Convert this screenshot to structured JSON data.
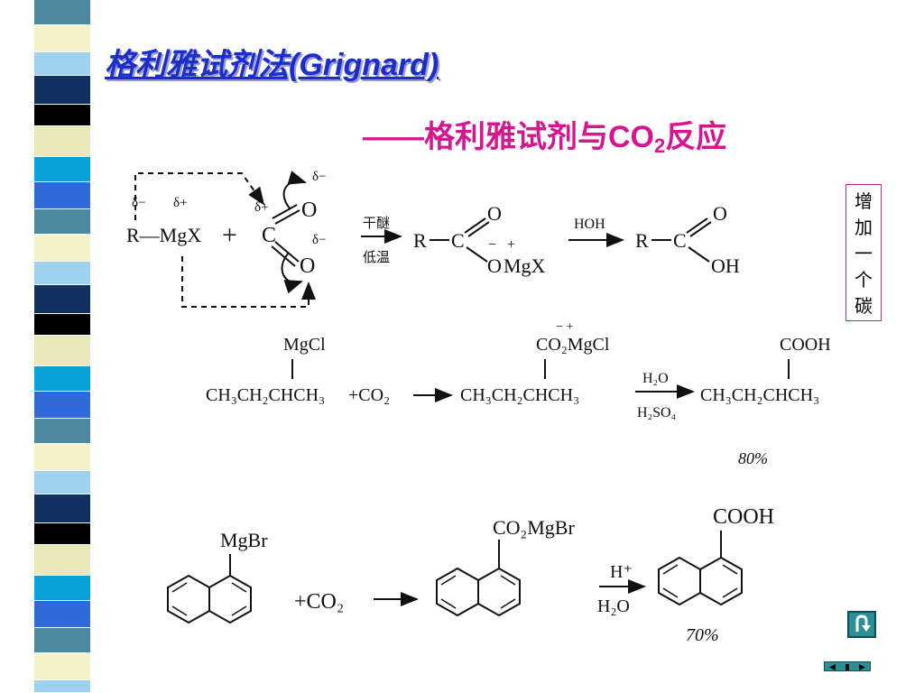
{
  "slide": {
    "title": "格利雅试剂法(Grignard)",
    "subtitle_prefix": "——格利雅试剂与CO",
    "subtitle_sub": "2",
    "subtitle_suffix": "反应",
    "note_chars": [
      "增",
      "加",
      "一",
      "个",
      "碳"
    ]
  },
  "reaction1": {
    "delta_minus_1": "δ−",
    "delta_plus_1": "δ+",
    "reagent": "R—MgX",
    "plus": "+",
    "delta_plus_2": "δ+",
    "delta_minus_2": "δ−",
    "delta_minus_3": "δ−",
    "carbon": "C",
    "oxygen_top": "O",
    "oxygen_bottom": "O",
    "cond_top": "干醚",
    "cond_bottom": "低温",
    "int_r": "R",
    "int_c": "C",
    "int_o_top": "O",
    "int_o_bottom": "O",
    "int_mgx": "MgX",
    "int_minus": "−",
    "int_plus": "+",
    "hoh": "HOH",
    "prod_r": "R",
    "prod_c": "C",
    "prod_o": "O",
    "prod_oh": "OH"
  },
  "reaction2": {
    "mgcl": "MgCl",
    "start": "CH₃CH₂CHCH₃",
    "plus_co2": "+CO₂",
    "int_top": "CO₂MgCl",
    "int_charges": "−  +",
    "int_chain": "CH₃CH₂CHCH₃",
    "cond_top": "H₂O",
    "cond_bottom": "H₂SO₄",
    "prod_top": "COOH",
    "prod_chain": "CH₃CH₂CHCH₃",
    "yield": "80%"
  },
  "reaction3": {
    "mgbr": "MgBr",
    "plus_co2": "+CO₂",
    "int_label": "CO₂MgBr",
    "cond_top": "H⁺",
    "cond_bottom": "H₂O",
    "prod_label": "COOH",
    "yield": "70%"
  },
  "colors": {
    "title": "#1c2ec8",
    "subtitle": "#d6168f",
    "note_border": "#c0267c",
    "stripes": [
      "#4d8aa0",
      "#10305f",
      "#0aa0d8",
      "#f2f2c8",
      "#000000",
      "#2f6ad8",
      "#9fd2ee",
      "#e8e8b8"
    ]
  },
  "nav": {
    "home_icon": "home-icon",
    "prev_icon": "prev-icon",
    "play_icon": "play-icon",
    "next_icon": "next-icon"
  }
}
